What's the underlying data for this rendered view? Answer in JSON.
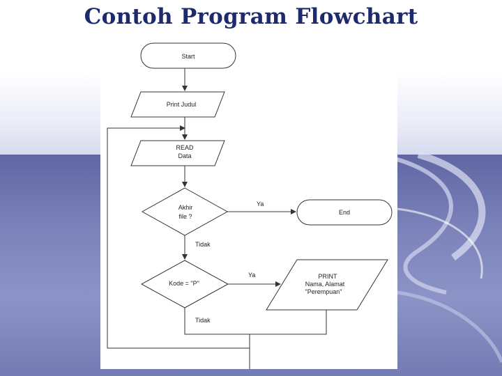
{
  "slide": {
    "title": "Contoh Program Flowchart"
  },
  "flowchart": {
    "start": "Start",
    "print_title": "Print Judul",
    "read_line1": "READ",
    "read_line2": "Data",
    "decision1_line1": "Akhir",
    "decision1_line2": "file ?",
    "end": "End",
    "yes1": "Ya",
    "no1": "Tidak",
    "decision2": "Kode = \"P\"",
    "yes2": "Ya",
    "print_line1": "PRINT",
    "print_line2": "Nama, Alamat",
    "print_line3": "\"Perempuan\"",
    "no2": "Tidak"
  }
}
